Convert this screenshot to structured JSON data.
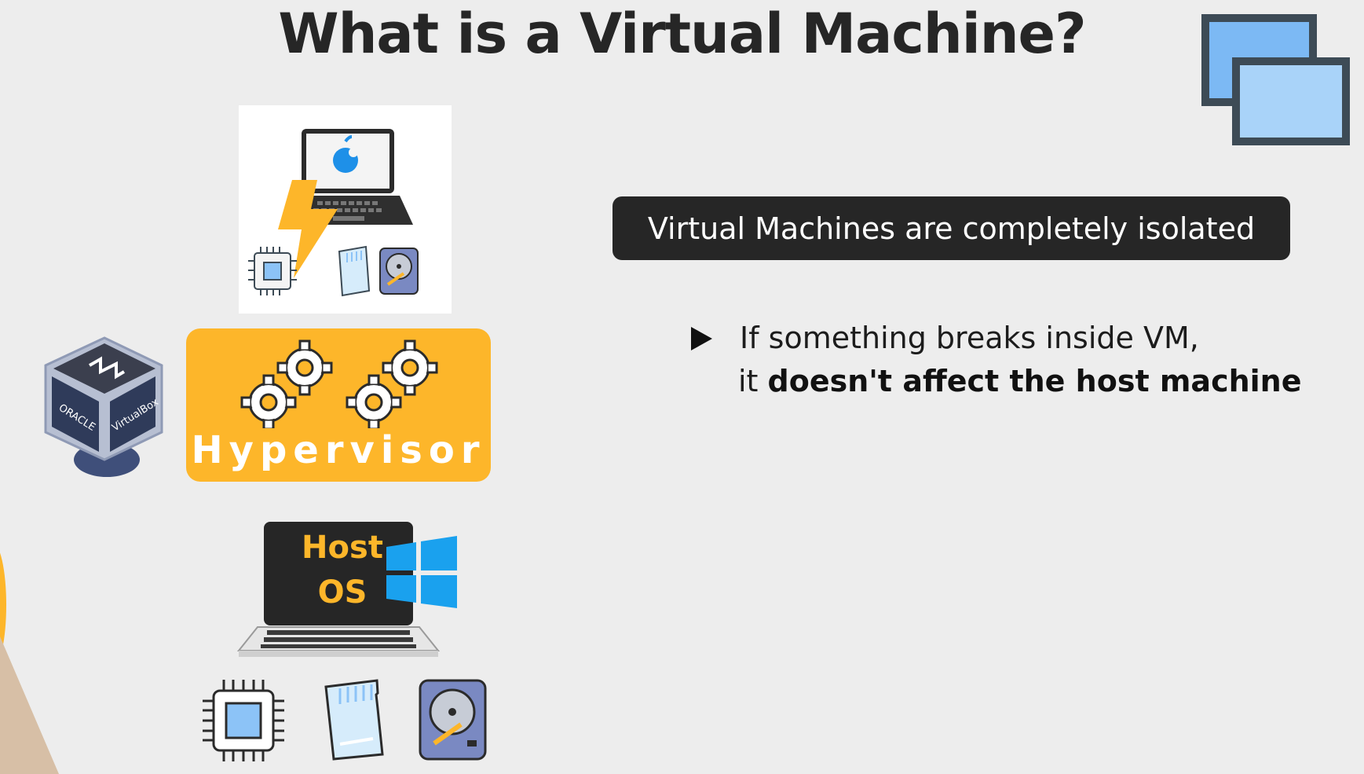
{
  "slide": {
    "title": "What is a Virtual Machine?",
    "hypervisor_label": "Hypervisor",
    "host_os_line1": "Host",
    "host_os_line2": "OS",
    "callout_text": "Virtual Machines are completely isolated",
    "bullet": {
      "line1": "If something breaks inside VM,",
      "line2_prefix": "it ",
      "line2_bold": "doesn't affect the host machine"
    },
    "virtualbox_brand": "ORACLE",
    "virtualbox_product": "VirtualBox"
  },
  "icons": {
    "windows_stack": "overlapping-windows-icon",
    "vm_laptop": "apple-laptop-icon",
    "lightning": "lightning-bolt-icon",
    "cpu": "cpu-chip-icon",
    "ram": "memory-card-icon",
    "disk": "hard-disk-icon",
    "gears": "gears-icon",
    "virtualbox": "virtualbox-logo-icon",
    "host_laptop": "host-laptop-icon",
    "windows_logo": "windows-logo-icon"
  },
  "colors": {
    "background": "#ededed",
    "accent_yellow": "#fdb62a",
    "dark": "#262626",
    "window_blue": "#8cc3f7",
    "window_frame": "#3d4b56"
  }
}
